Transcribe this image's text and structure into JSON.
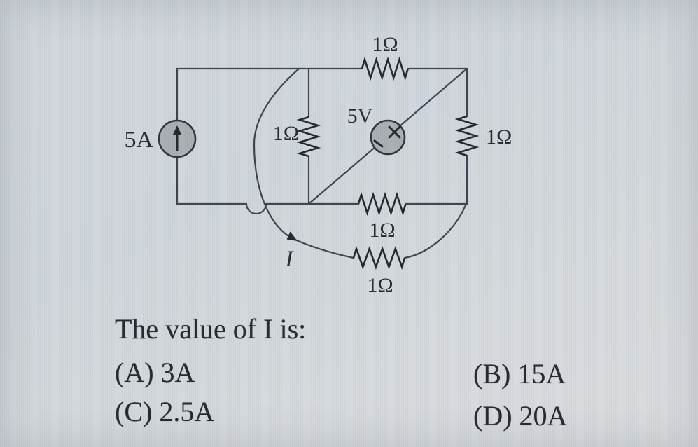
{
  "circuit": {
    "current_source_label": "5A",
    "voltage_source_label": "5V",
    "resistor_top_label": "1Ω",
    "resistor_middle_label": "1Ω",
    "resistor_right_label": "1Ω",
    "resistor_bridge_label": "1Ω",
    "resistor_lower_label": "1Ω",
    "current_arrow_label": "I"
  },
  "question": {
    "prompt": "The value of I is:",
    "options": [
      {
        "key": "A",
        "text": "(A) 3A"
      },
      {
        "key": "B",
        "text": "(B) 15A"
      },
      {
        "key": "C",
        "text": "(C) 2.5A"
      },
      {
        "key": "D",
        "text": "(D) 20A"
      }
    ]
  },
  "colors": {
    "background": "#d1d6db",
    "wire": "#3a3f49",
    "resistor": "#1f2227",
    "component_fill": "#a8adb2",
    "component_stroke": "#2b2f36",
    "text": "#23262c"
  }
}
